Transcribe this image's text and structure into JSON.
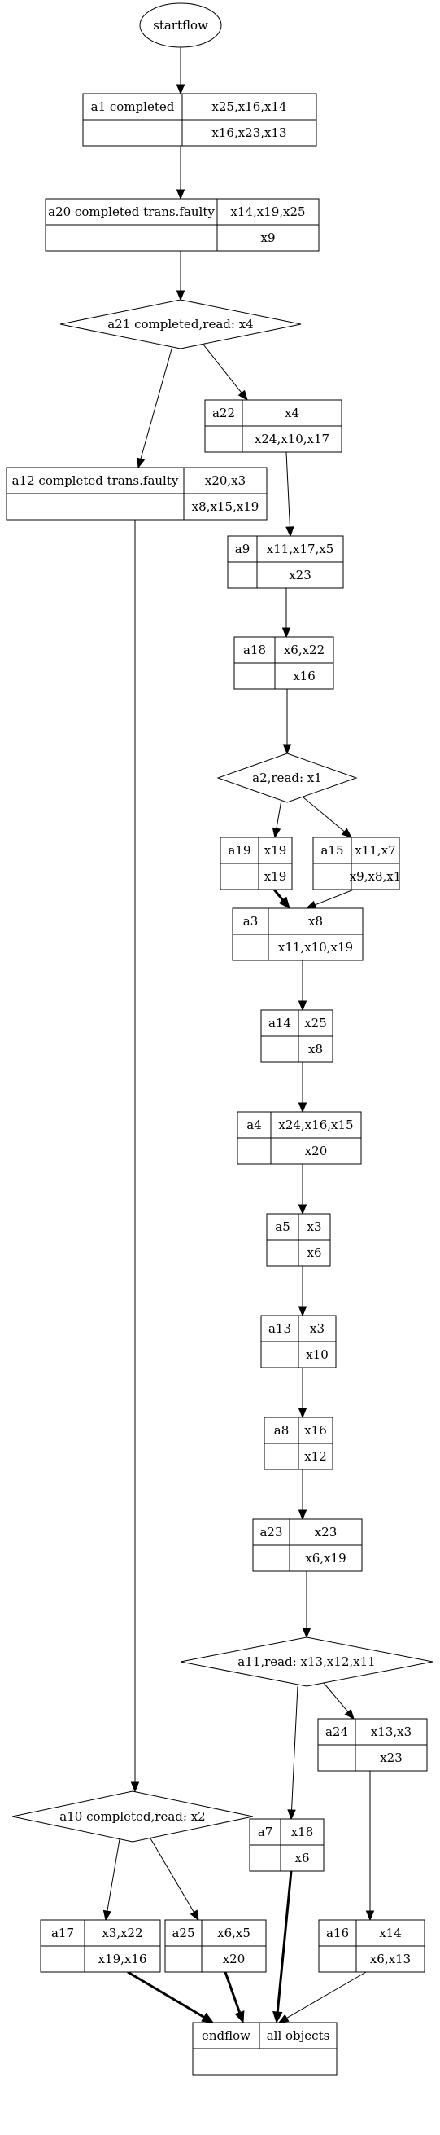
{
  "start": "startflow",
  "end": {
    "name": "endflow",
    "text": "all objects"
  },
  "records": [
    {
      "id": "a1",
      "name": "a1 completed",
      "top": "x25,x16,x14",
      "bottom": "x16,x23,x13"
    },
    {
      "id": "a20",
      "name": "a20 completed trans.faulty",
      "top": "x14,x19,x25",
      "bottom": "x9"
    },
    {
      "id": "a22",
      "name": "a22",
      "top": "x4",
      "bottom": "x24,x10,x17"
    },
    {
      "id": "a12",
      "name": "a12 completed trans.faulty",
      "top": "x20,x3",
      "bottom": "x8,x15,x19"
    },
    {
      "id": "a9",
      "name": "a9",
      "top": "x11,x17,x5",
      "bottom": "x23"
    },
    {
      "id": "a18",
      "name": "a18",
      "top": "x6,x22",
      "bottom": "x16"
    },
    {
      "id": "a19",
      "name": "a19",
      "top": "x19",
      "bottom": "x19"
    },
    {
      "id": "a15",
      "name": "a15",
      "top": "x11,x7",
      "bottom": "x9,x8,x1"
    },
    {
      "id": "a3",
      "name": "a3",
      "top": "x8",
      "bottom": "x11,x10,x19"
    },
    {
      "id": "a14",
      "name": "a14",
      "top": "x25",
      "bottom": "x8"
    },
    {
      "id": "a4",
      "name": "a4",
      "top": "x24,x16,x15",
      "bottom": "x20"
    },
    {
      "id": "a5",
      "name": "a5",
      "top": "x3",
      "bottom": "x6"
    },
    {
      "id": "a13",
      "name": "a13",
      "top": "x3",
      "bottom": "x10"
    },
    {
      "id": "a8",
      "name": "a8",
      "top": "x16",
      "bottom": "x12"
    },
    {
      "id": "a23",
      "name": "a23",
      "top": "x23",
      "bottom": "x6,x19"
    },
    {
      "id": "a24",
      "name": "a24",
      "top": "x13,x3",
      "bottom": "x23"
    },
    {
      "id": "a7",
      "name": "a7",
      "top": "x18",
      "bottom": "x6"
    },
    {
      "id": "a17",
      "name": "a17",
      "top": "x3,x22",
      "bottom": "x19,x16"
    },
    {
      "id": "a25",
      "name": "a25",
      "top": "x6,x5",
      "bottom": "x20"
    },
    {
      "id": "a16",
      "name": "a16",
      "top": "x14",
      "bottom": "x6,x13"
    }
  ],
  "decisions": [
    {
      "id": "a21",
      "label": "a21 completed,read: x4"
    },
    {
      "id": "a2",
      "label": "a2,read: x1"
    },
    {
      "id": "a11",
      "label": "a11,read: x13,x12,x11"
    },
    {
      "id": "a10",
      "label": "a10 completed,read: x2"
    }
  ],
  "edges": [
    {
      "from": "start",
      "to": "a1"
    },
    {
      "from": "a1",
      "to": "a20"
    },
    {
      "from": "a20",
      "to": "a21"
    },
    {
      "from": "a21",
      "to": "a22"
    },
    {
      "from": "a21",
      "to": "a12"
    },
    {
      "from": "a22",
      "to": "a9"
    },
    {
      "from": "a9",
      "to": "a18"
    },
    {
      "from": "a18",
      "to": "a2"
    },
    {
      "from": "a2",
      "to": "a19"
    },
    {
      "from": "a2",
      "to": "a15"
    },
    {
      "from": "a19",
      "to": "a3",
      "bold": true
    },
    {
      "from": "a15",
      "to": "a3"
    },
    {
      "from": "a3",
      "to": "a14"
    },
    {
      "from": "a14",
      "to": "a4"
    },
    {
      "from": "a4",
      "to": "a5"
    },
    {
      "from": "a5",
      "to": "a13"
    },
    {
      "from": "a13",
      "to": "a8"
    },
    {
      "from": "a8",
      "to": "a23"
    },
    {
      "from": "a23",
      "to": "a11"
    },
    {
      "from": "a11",
      "to": "a24"
    },
    {
      "from": "a11",
      "to": "a7"
    },
    {
      "from": "a12",
      "to": "a10"
    },
    {
      "from": "a10",
      "to": "a17"
    },
    {
      "from": "a10",
      "to": "a25"
    },
    {
      "from": "a24",
      "to": "a16"
    },
    {
      "from": "a17",
      "to": "end",
      "bold": true
    },
    {
      "from": "a25",
      "to": "end",
      "bold": true
    },
    {
      "from": "a7",
      "to": "end",
      "bold": true
    },
    {
      "from": "a16",
      "to": "end"
    }
  ]
}
